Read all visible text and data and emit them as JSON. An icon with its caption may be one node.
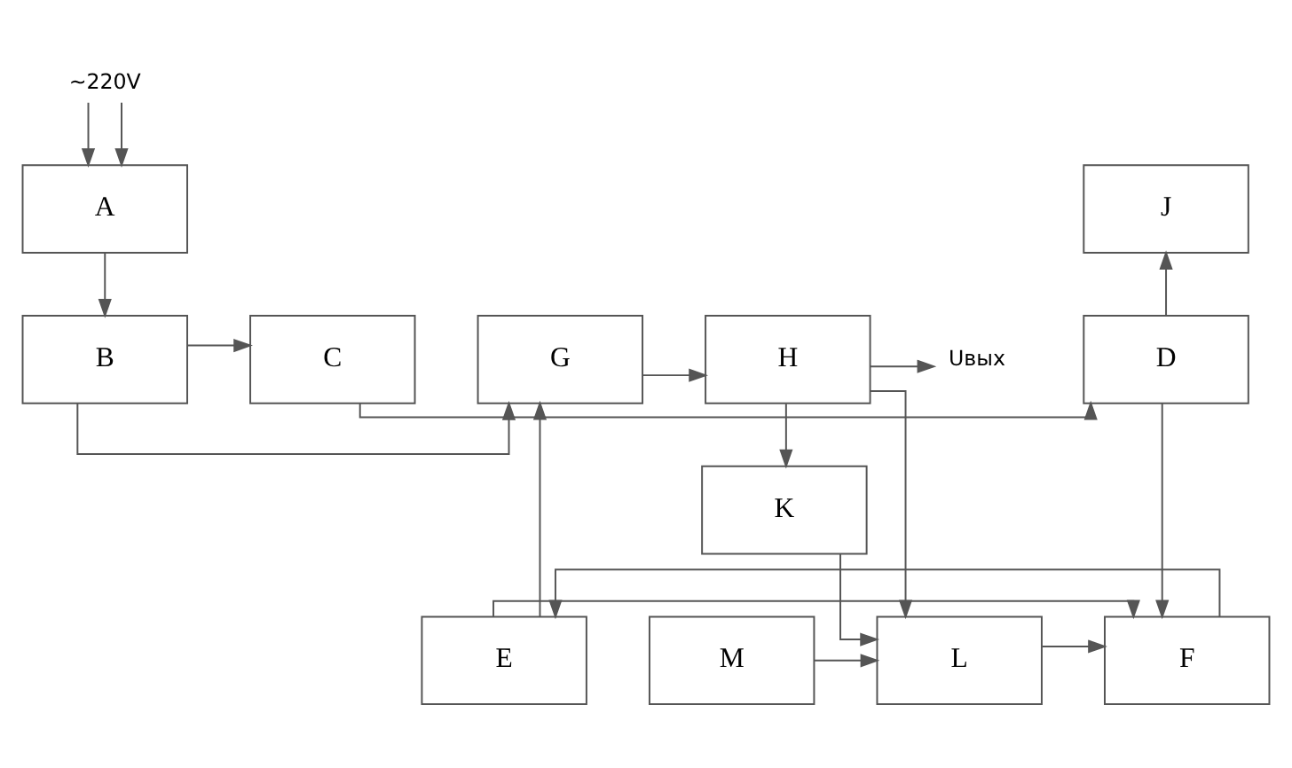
{
  "diagram": {
    "nodes": [
      {
        "text": [
          "~220V"
        ]
      },
      {
        "text": [
          "A"
        ]
      },
      {
        "text": [
          "J"
        ]
      },
      {
        "text": [
          "Uвых"
        ]
      },
      {
        "text": [
          "H"
        ]
      },
      {
        "text": [
          "G"
        ]
      },
      {
        "text": [
          "B"
        ]
      },
      {
        "text": [
          "C"
        ]
      },
      {
        "text": [
          "D"
        ]
      },
      {
        "text": [
          "M"
        ]
      },
      {
        "text": [
          "L"
        ]
      },
      {
        "text": [
          "F"
        ]
      },
      {
        "text": [
          "E"
        ]
      },
      {
        "text": [
          "K"
        ]
      }
    ],
    "edges": [
      {
        "from": 0,
        "to": 1,
        "arrow": "to"
      },
      {
        "from": 0,
        "to": 1,
        "arrow": "to"
      },
      {
        "from": 1,
        "to": 6,
        "arrow": "to"
      },
      {
        "from": 6,
        "to": 5,
        "arrow": "to"
      },
      {
        "from": 6,
        "to": 7,
        "arrow": "to"
      },
      {
        "from": 7,
        "to": 8,
        "arrow": "to"
      },
      {
        "from": 8,
        "to": 2,
        "arrow": "to"
      },
      {
        "from": 5,
        "to": 4,
        "arrow": "to"
      },
      {
        "from": 4,
        "to": 3,
        "arrow": "to"
      },
      {
        "from": 4,
        "to": 10,
        "arrow": "to"
      },
      {
        "from": 4,
        "to": 13,
        "arrow": "to"
      },
      {
        "from": 9,
        "to": 10,
        "arrow": "to"
      },
      {
        "from": 13,
        "to": 10,
        "arrow": "to"
      },
      {
        "from": 10,
        "to": 11,
        "arrow": "to"
      },
      {
        "from": 11,
        "to": 12,
        "arrow": "to"
      },
      {
        "from": 12,
        "to": 5,
        "arrow": "to"
      },
      {
        "from": 8,
        "to": 11,
        "arrow": "to"
      },
      {
        "from": 12,
        "to": 11,
        "arrow": "to"
      }
    ]
  }
}
